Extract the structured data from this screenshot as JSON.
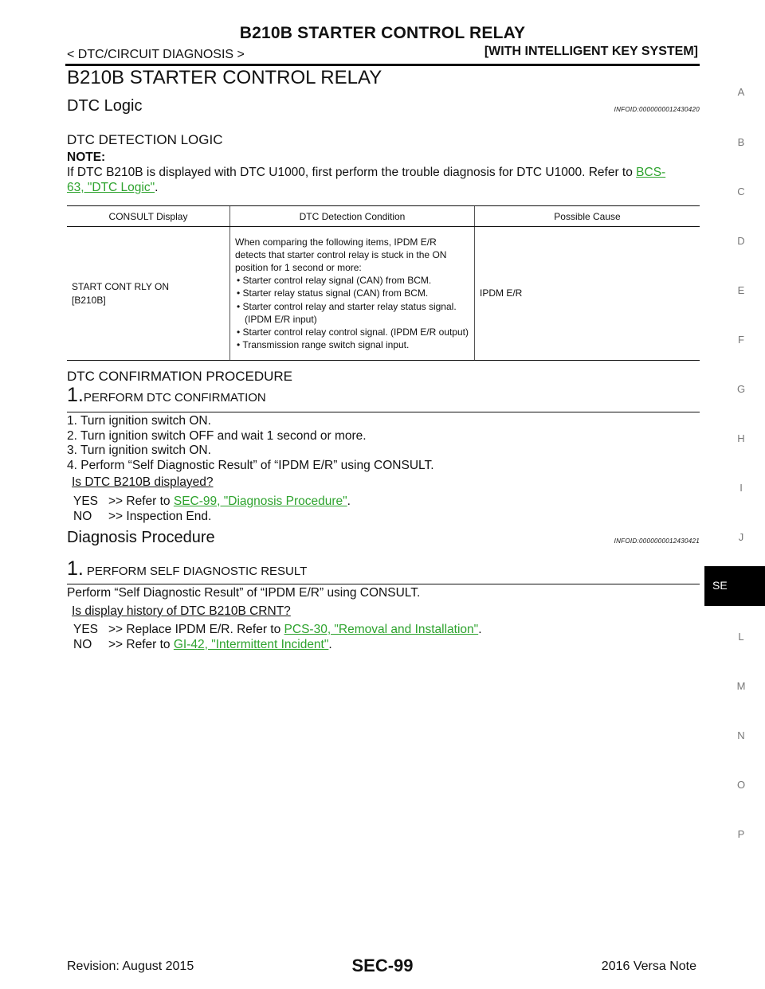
{
  "header": {
    "title": "B210B STARTER CONTROL RELAY",
    "left": "< DTC/CIRCUIT DIAGNOSIS >",
    "right": "[WITH INTELLIGENT KEY SYSTEM]"
  },
  "main_title": "B210B STARTER CONTROL RELAY",
  "dtc_logic": {
    "heading": "DTC Logic",
    "infoid": "INFOID:0000000012430420",
    "detection_heading": "DTC DETECTION LOGIC",
    "note_label": "NOTE:",
    "note_text": "If DTC B210B is displayed with DTC U1000, first perform the trouble diagnosis for DTC U1000. Refer to ",
    "note_link_line1": "BCS-",
    "note_link_line2": "63, \"DTC Logic\"",
    "note_end": ".",
    "table": {
      "headers": [
        "CONSULT Display",
        "DTC Detection Condition",
        "Possible Cause"
      ],
      "consult_display_line1": "START CONT RLY ON",
      "consult_display_line2": "[B210B]",
      "condition_intro": "When comparing the following items, IPDM E/R detects that starter control relay is stuck in the ON position for 1 second or more:",
      "condition_items": [
        "• Starter control relay signal (CAN) from BCM.",
        "• Starter relay status signal (CAN) from BCM.",
        "• Starter control relay and starter relay status signal. (IPDM E/R input)",
        "• Starter control relay control signal. (IPDM E/R output)",
        "• Transmission range switch signal input."
      ],
      "possible_cause": "IPDM E/R"
    }
  },
  "confirmation": {
    "heading": "DTC CONFIRMATION PROCEDURE",
    "step_num": "1.",
    "step_title": "PERFORM DTC CONFIRMATION",
    "items": [
      "1.  Turn ignition switch ON.",
      "2.  Turn ignition switch OFF and wait 1 second or more.",
      "3.  Turn ignition switch ON.",
      "4.  Perform “Self Diagnostic Result” of “IPDM E/R” using CONSULT."
    ],
    "question": "Is DTC B210B displayed?",
    "yes_key": "YES",
    "yes_text": ">> Refer to ",
    "yes_link": "SEC-99, \"Diagnosis Procedure\"",
    "yes_end": ".",
    "no_key": "NO",
    "no_text": ">> Inspection End."
  },
  "diagnosis": {
    "heading": "Diagnosis Procedure",
    "infoid": "INFOID:0000000012430421",
    "step_num": "1.",
    "step_title": "PERFORM SELF DIAGNOSTIC RESULT",
    "instruction": "Perform “Self Diagnostic Result” of “IPDM E/R” using CONSULT.",
    "question": "Is display history of DTC B210B CRNT?",
    "yes_key": "YES",
    "yes_text": ">> Replace IPDM E/R. Refer to ",
    "yes_link": "PCS-30, \"Removal and Installation\"",
    "yes_end": ".",
    "no_key": "NO",
    "no_text": ">> Refer to ",
    "no_link": "GI-42, \"Intermittent Incident\"",
    "no_end": "."
  },
  "side_index": {
    "letters": [
      "A",
      "B",
      "C",
      "D",
      "E",
      "F",
      "G",
      "H",
      "I",
      "J",
      "L",
      "M",
      "N",
      "O",
      "P"
    ],
    "active": "SE"
  },
  "footer": {
    "left": "Revision: August 2015",
    "center": "SEC-99",
    "right": "2016 Versa Note"
  },
  "colors": {
    "link": "#2ea32e",
    "text": "#111111",
    "side_index": "#777777"
  }
}
